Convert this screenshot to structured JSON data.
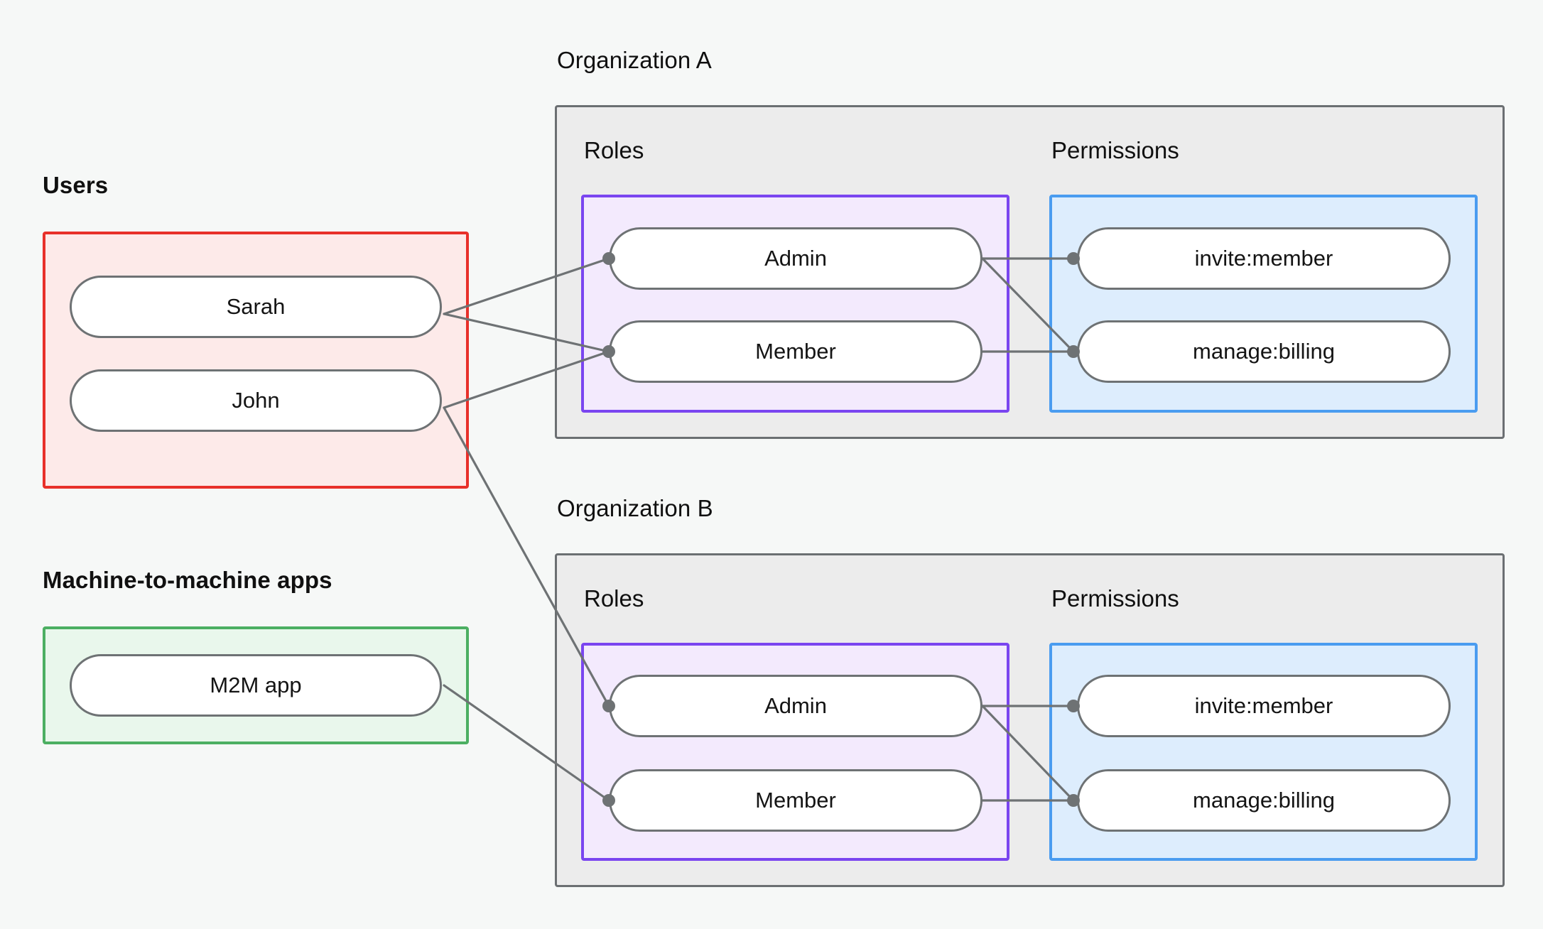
{
  "diagram": {
    "title_left_users": "Users",
    "title_left_m2m": "Machine-to-machine apps",
    "title_org_a": "Organization A",
    "title_org_b": "Organization B",
    "subtitle_roles": "Roles",
    "subtitle_permissions": "Permissions"
  },
  "users": {
    "label": "Users",
    "items": [
      {
        "label": "Sarah"
      },
      {
        "label": "John"
      }
    ]
  },
  "m2m": {
    "label": "Machine-to-machine apps",
    "items": [
      {
        "label": "M2M app"
      }
    ]
  },
  "org_a": {
    "label": "Organization A",
    "roles_label": "Roles",
    "permissions_label": "Permissions",
    "roles": [
      {
        "label": "Admin"
      },
      {
        "label": "Member"
      }
    ],
    "permissions": [
      {
        "label": "invite:member"
      },
      {
        "label": "manage:billing"
      }
    ]
  },
  "org_b": {
    "label": "Organization B",
    "roles_label": "Roles",
    "permissions_label": "Permissions",
    "roles": [
      {
        "label": "Admin"
      },
      {
        "label": "Member"
      }
    ],
    "permissions": [
      {
        "label": "invite:member"
      },
      {
        "label": "manage:billing"
      }
    ]
  },
  "colors": {
    "background": "#f6f8f7",
    "users_border": "#e8302a",
    "users_fill": "#fdeae9",
    "m2m_border": "#4caf62",
    "m2m_fill": "#e9f7ec",
    "org_border": "#6b6f72",
    "org_fill": "#ececec",
    "roles_border": "#7a45f0",
    "roles_fill": "#f3eafd",
    "permissions_border": "#4a9cf0",
    "permissions_fill": "#ddedfd",
    "node_border": "#6e7274",
    "node_fill": "#ffffff",
    "edge": "#6e7274",
    "text": "#141414"
  },
  "edges": [
    {
      "from": "Sarah",
      "to": "Organization A / Admin"
    },
    {
      "from": "Sarah",
      "to": "Organization A / Member"
    },
    {
      "from": "John",
      "to": "Organization A / Member"
    },
    {
      "from": "John",
      "to": "Organization B / Admin"
    },
    {
      "from": "M2M app",
      "to": "Organization B / Member"
    },
    {
      "from": "Organization A / Admin",
      "to": "Organization A / invite:member"
    },
    {
      "from": "Organization A / Admin",
      "to": "Organization A / manage:billing"
    },
    {
      "from": "Organization A / Member",
      "to": "Organization A / manage:billing"
    },
    {
      "from": "Organization B / Admin",
      "to": "Organization B / invite:member"
    },
    {
      "from": "Organization B / Admin",
      "to": "Organization B / manage:billing"
    },
    {
      "from": "Organization B / Member",
      "to": "Organization B / manage:billing"
    }
  ]
}
